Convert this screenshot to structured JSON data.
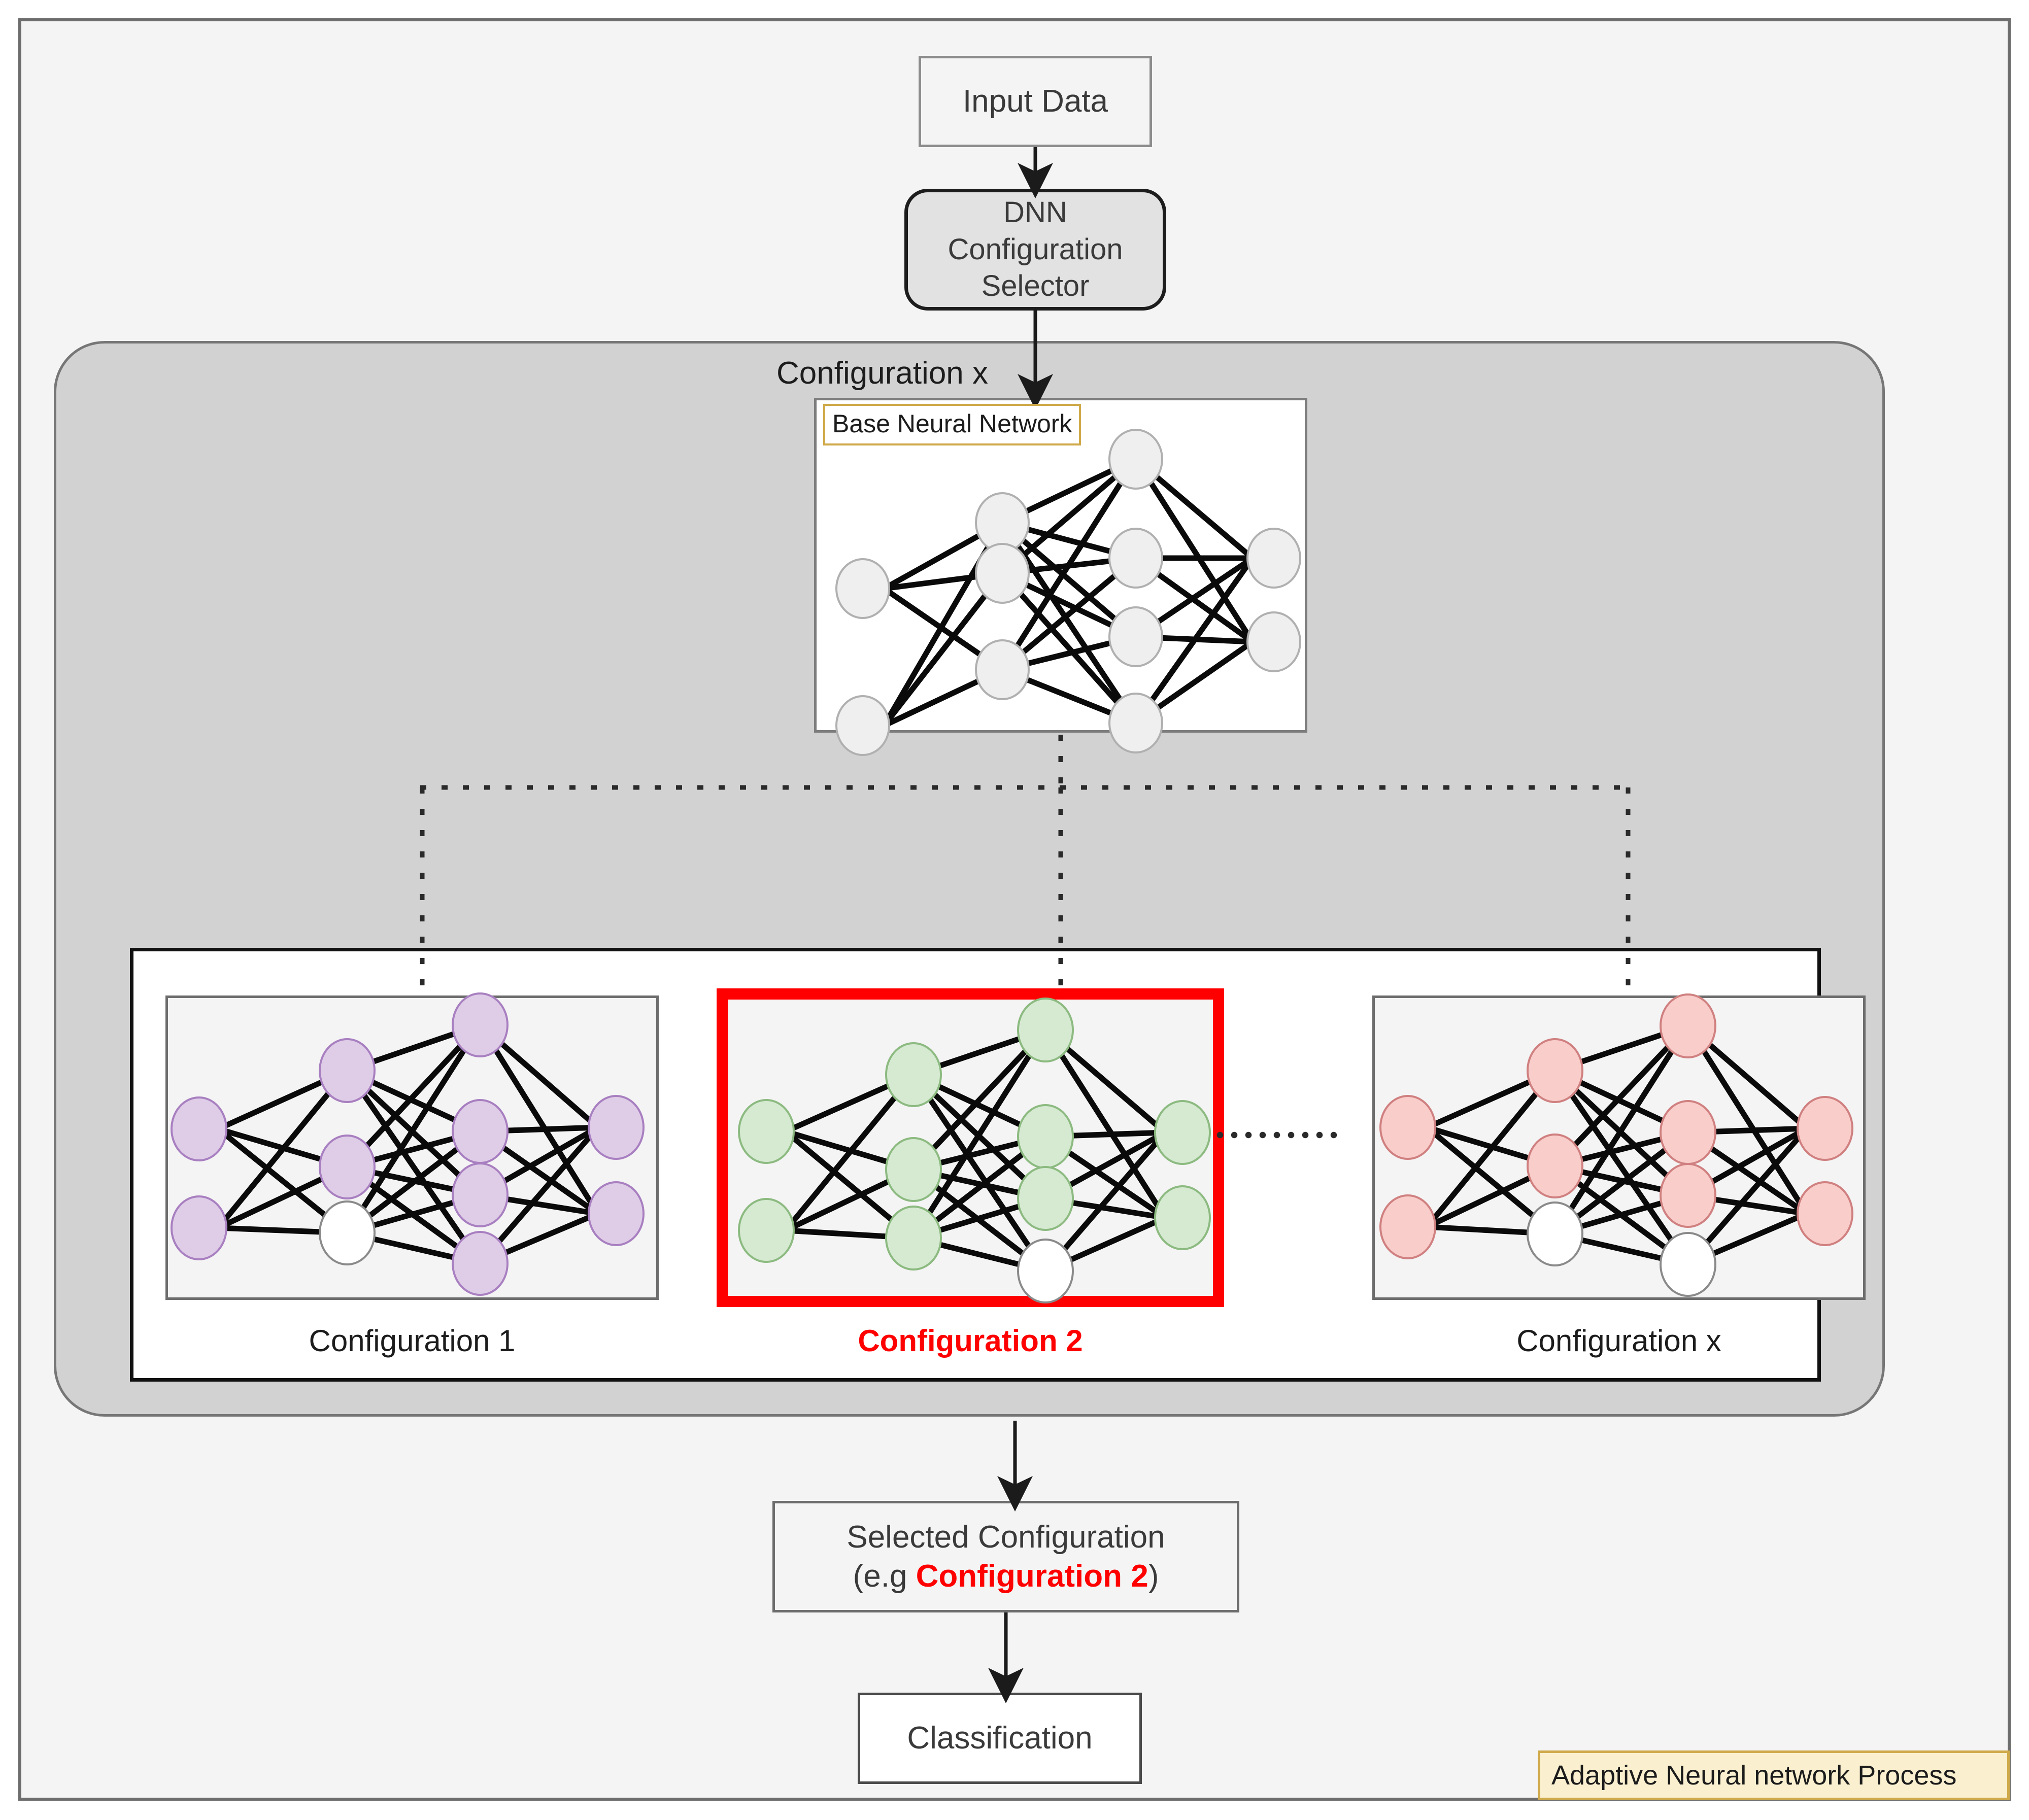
{
  "diagram": {
    "title_tag": "Adaptive Neural network Process",
    "nodes": {
      "input_data": "Input Data",
      "selector": "DNN\nConfiguration\nSelector",
      "selector_line1": "DNN",
      "selector_line2": "Configuration",
      "selector_line3": "Selector",
      "config_x_caption": "Configuration x",
      "base_net_label": "Base Neural Network",
      "selected_config_line1": "Selected Configuration",
      "selected_config_prefix": "(e.g ",
      "selected_config_emph": "Configuration 2",
      "selected_config_suffix": ")",
      "classification": "Classification"
    },
    "colors": {
      "accent_selected": "#ff0000",
      "panel_gray": "#d2d2d2",
      "canvas": "#f4f4f4",
      "tag_border": "#cfa94a",
      "tag_fill": "#faf0d0",
      "purple_fill": "#dfcde8",
      "purple_stroke": "#a87fc0",
      "green_fill": "#d6ead2",
      "green_stroke": "#8cba80",
      "pink_fill": "#f8cdca",
      "pink_stroke": "#d08080",
      "inactive_fill": "#ffffff",
      "inactive_stroke": "#8a8a8a",
      "base_fill": "#efefef",
      "base_stroke": "#b0b0b0"
    },
    "configurations": [
      {
        "id": "config-1",
        "label": "Configuration 1",
        "selected": false,
        "node_color": "purple",
        "inactive_nodes": [
          "h1-3"
        ]
      },
      {
        "id": "config-2",
        "label": "Configuration 2",
        "selected": true,
        "node_color": "green",
        "inactive_nodes": [
          "h2-4"
        ]
      },
      {
        "id": "config-x",
        "label": "Configuration x",
        "selected": false,
        "node_color": "pink",
        "inactive_nodes": [
          "h1-3",
          "h2-4"
        ]
      }
    ],
    "network_topology": {
      "layers": [
        2,
        3,
        4,
        2
      ],
      "layer_names": [
        "input",
        "hidden-1",
        "hidden-2",
        "output"
      ]
    },
    "ellipsis": "........"
  }
}
